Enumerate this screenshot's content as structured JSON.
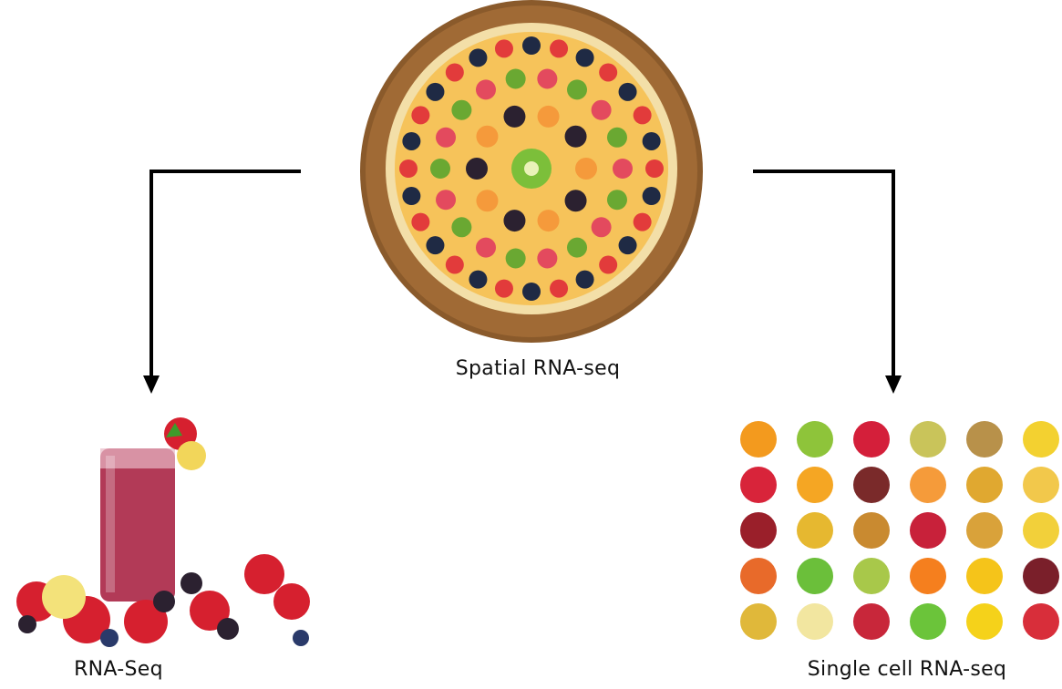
{
  "labels": {
    "center": "Spatial RNA-seq",
    "left": "RNA-Seq",
    "right": "Single cell RNA-seq"
  },
  "images": {
    "center": "fruit-tart-illustration",
    "left": "berry-smoothie-illustration",
    "right": "assorted-fruits-grid-illustration"
  },
  "colors": {
    "arrow": "#000000",
    "background": "#ffffff"
  }
}
